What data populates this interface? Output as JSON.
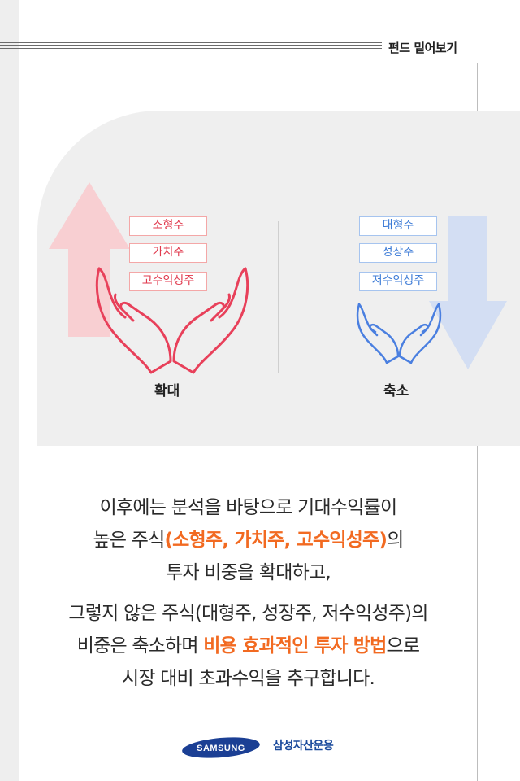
{
  "header": {
    "title": "펀드 밑어보기"
  },
  "illustration": {
    "expand": {
      "labels": [
        "소형주",
        "가치주",
        "고수익성주"
      ],
      "caption": "확대"
    },
    "shrink": {
      "labels": [
        "대형주",
        "성장주",
        "저수익성주"
      ],
      "caption": "축소"
    }
  },
  "paragraph1": {
    "line1": "이후에는 분석을 바탕으로 기대수익률이",
    "line2_before": "높은 주식",
    "line2_highlight": "(소형주, 가치주, 고수익성주)",
    "line2_after": "의",
    "line3": "투자 비중을 확대하고,"
  },
  "paragraph2": {
    "line1": "그렇지 않은 주식(대형주, 성장주, 저수익성주)의",
    "line2_before": "비중은 축소하며 ",
    "line2_highlight": "비용 효과적인 투자 방법",
    "line2_after": "으로",
    "line3": "시장 대비 초과수익을 추구합니다."
  },
  "footer": {
    "logo_text": "SAMSUNG",
    "company": "삼성자산운용"
  },
  "colors": {
    "accent": "#f26a21",
    "red": "#e0394d",
    "blue": "#3b7ad6",
    "brand": "#1a4a9c"
  }
}
